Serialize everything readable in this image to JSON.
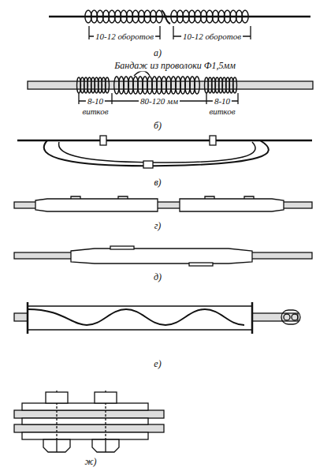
{
  "diagram": {
    "labels": [
      "10-12 оборотов",
      "10-12 оборотов",
      "а)",
      "Бандаж из проволоки Ф1,5мм",
      "8-10",
      "80-120 мм",
      "8-10",
      "витков",
      "витков",
      "б)",
      "в)",
      "г)",
      "д)",
      "е)",
      "ж)"
    ]
  }
}
